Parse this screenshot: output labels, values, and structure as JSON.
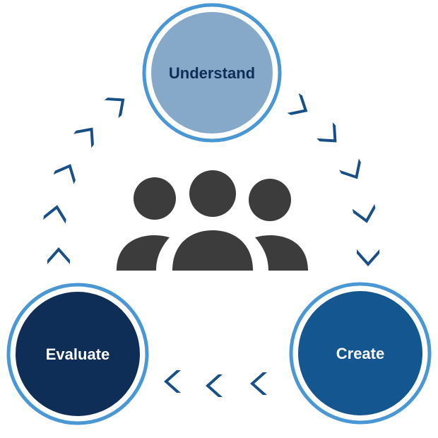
{
  "diagram": {
    "type": "cycle",
    "nodes": [
      {
        "id": "understand",
        "label": "Understand",
        "fill": "#87a9c9",
        "text_color": "#0f2e57"
      },
      {
        "id": "create",
        "label": "Create",
        "fill": "#14568f",
        "text_color": "#ffffff"
      },
      {
        "id": "evaluate",
        "label": "Evaluate",
        "fill": "#0f2e57",
        "text_color": "#ffffff"
      }
    ],
    "ring_color": "#4a97d6",
    "arrow_color": "#184f86",
    "center_icon": "group-of-people-icon",
    "center_icon_color": "#3c3c3c",
    "flow": [
      "understand",
      "create",
      "evaluate",
      "understand"
    ]
  }
}
